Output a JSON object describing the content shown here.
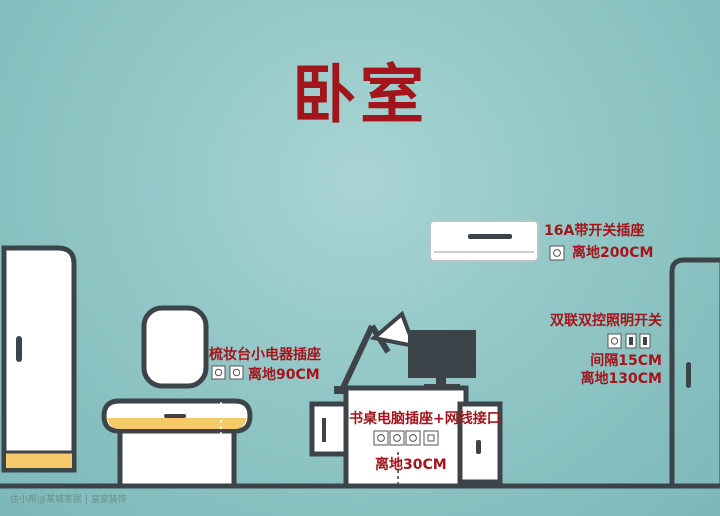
{
  "title": "卧室",
  "labels": {
    "ac_socket": "16A带开关插座",
    "ac_height": "离地200CM",
    "switch_title": "双联双控照明开关",
    "switch_spacing": "间隔15CM",
    "switch_height": "离地130CM",
    "vanity_socket": "梳妆台小电器插座",
    "vanity_height": "离地90CM",
    "desk_socket": "书桌电脑插座+网线接口",
    "desk_height": "离地30CM"
  },
  "watermark": "住小帮@某城家居 | 皇家装饰",
  "colors": {
    "accent": "#a3151b",
    "outline": "#3d4449",
    "background": "#8ec4c4",
    "tabletop": "#f6c96a"
  }
}
